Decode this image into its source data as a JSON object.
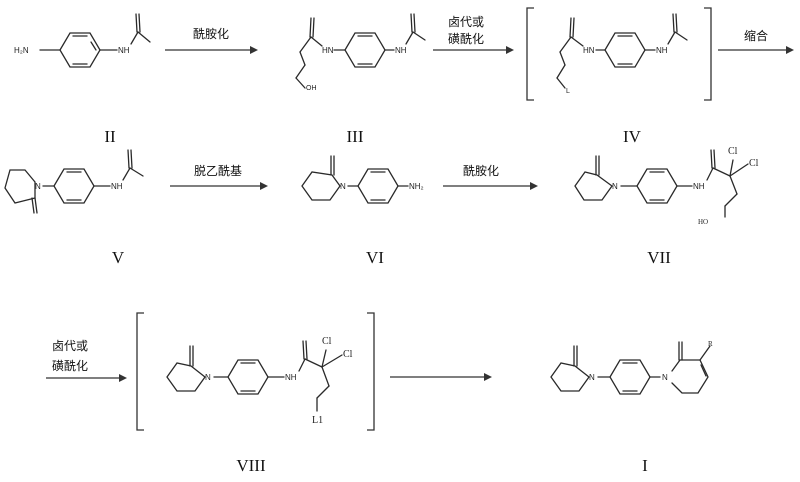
{
  "compounds": [
    {
      "label": "II"
    },
    {
      "label": "III"
    },
    {
      "label": "IV"
    },
    {
      "label": "V"
    },
    {
      "label": "VI"
    },
    {
      "label": "VII"
    },
    {
      "label": "VIII"
    },
    {
      "label": "I"
    }
  ],
  "steps": [
    {
      "text": "酰胺化"
    },
    {
      "text": "卤代或"
    },
    {
      "text": "磺酰化"
    },
    {
      "text": "缩合"
    },
    {
      "text": "脱乙酰基"
    },
    {
      "text": "酰胺化"
    },
    {
      "text": "卤代或"
    },
    {
      "text": "磺酰化"
    }
  ],
  "atoms": {
    "h2n": "H₂N",
    "nh": "NH",
    "hn": "HN",
    "oh": "OH",
    "ho": "HO",
    "l": "L",
    "n": "N",
    "nh2": "NH₂",
    "cl": "Cl",
    "l1": "L1",
    "r": "R"
  }
}
